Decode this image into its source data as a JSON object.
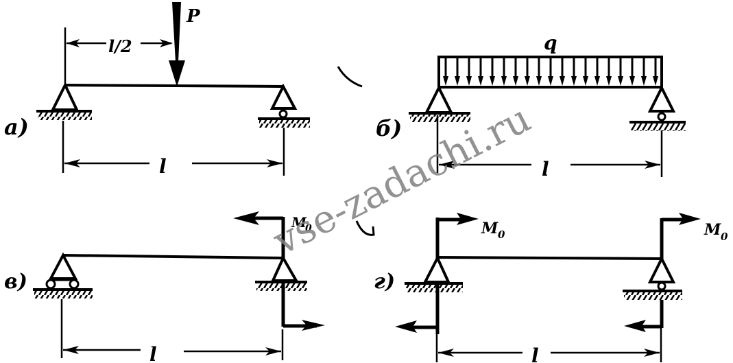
{
  "diagram": {
    "type": "beam-loading-schemes",
    "colors": {
      "ink": "#000000",
      "background": "#ffffff",
      "watermark": "#808080"
    },
    "panels": [
      {
        "id": "a",
        "label": "а)",
        "description": "Simply supported beam, concentrated force at midspan",
        "load_label": "P",
        "dim_half_label": "l/2",
        "span_label": "l",
        "supports": [
          "pin",
          "roller"
        ]
      },
      {
        "id": "b",
        "label": "б)",
        "description": "Simply supported beam, uniformly distributed load",
        "load_label": "q",
        "arrow_count": 19,
        "span_label": "l",
        "supports": [
          "pin",
          "roller"
        ]
      },
      {
        "id": "v",
        "label": "в)",
        "description": "Beam with moment M0 at right support",
        "moment_label": "M",
        "moment_sub": "0",
        "span_label": "l",
        "supports": [
          "roller",
          "pin"
        ]
      },
      {
        "id": "g",
        "label": "г)",
        "description": "Beam with moments M0 at both supports",
        "moment_label_left": "M",
        "moment_sub_left": "0",
        "moment_label_right": "M",
        "moment_sub_right": "0",
        "span_label": "l",
        "supports": [
          "pin",
          "roller"
        ]
      }
    ],
    "watermark": "vse-zadachi.ru"
  }
}
